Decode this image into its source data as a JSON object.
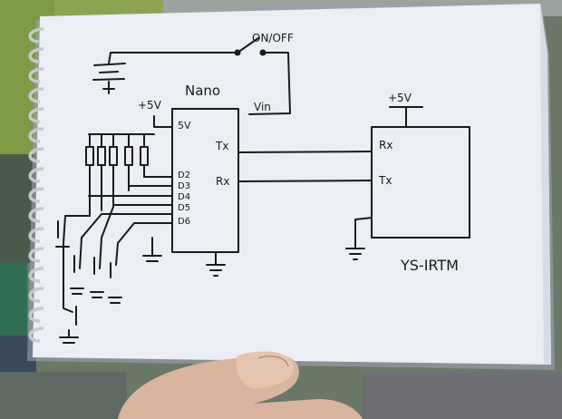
{
  "photo": {
    "subject": "hand-drawn-circuit-sketch-on-spiral-notebook"
  },
  "sketch": {
    "switch_label": "ON/OFF",
    "nano_label": "Nano",
    "vin_label": "Vin",
    "nano_5v_label": "5V",
    "nano_tx_label": "Tx",
    "nano_rx_label": "Rx",
    "d2_label": "D2",
    "d3_label": "D3",
    "d4_label": "D4",
    "d5_label": "D5",
    "d6_label": "D6",
    "plus5v_left": "+5V",
    "plus5v_right": "+5V",
    "module_rx_label": "Rx",
    "module_tx_label": "Tx",
    "module_name": "YS-IRTM"
  },
  "colors": {
    "paper": "#eef0f6",
    "ink": "#1a1a1a",
    "spiral": "#c8c8cc",
    "grass": "#6f8f3e",
    "skin": "#d8b3a0"
  }
}
